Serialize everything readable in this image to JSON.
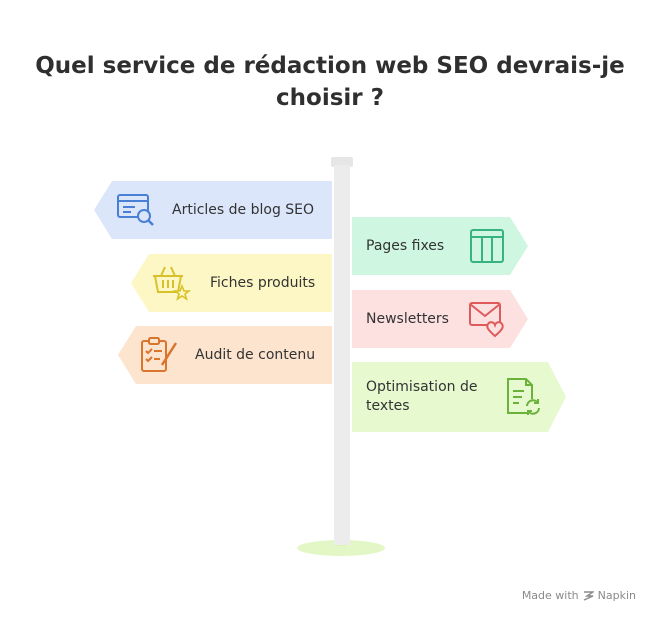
{
  "title": "Quel service de rédaction web SEO devrais-je choisir ?",
  "signs_left": [
    {
      "label": "Articles de blog SEO",
      "icon": "seo-search-icon",
      "color": "#dbe6fb",
      "stroke": "#4a7fd6"
    },
    {
      "label": "Fiches produits",
      "icon": "basket-star-icon",
      "color": "#fdf7c5",
      "stroke": "#d7c22a"
    },
    {
      "label": "Audit de contenu",
      "icon": "clipboard-check-icon",
      "color": "#fde4cf",
      "stroke": "#d9752c"
    }
  ],
  "signs_right": [
    {
      "label": "Pages fixes",
      "icon": "table-layout-icon",
      "color": "#cff6e1",
      "stroke": "#36b37e"
    },
    {
      "label": "Newsletters",
      "icon": "mail-heart-icon",
      "color": "#fde0e0",
      "stroke": "#df5a5a"
    },
    {
      "label": "Optimisation de textes",
      "icon": "document-refresh-icon",
      "color": "#e6f9cf",
      "stroke": "#6ab23a"
    }
  ],
  "footer": {
    "made_with": "Made with",
    "brand": "Napkin"
  }
}
